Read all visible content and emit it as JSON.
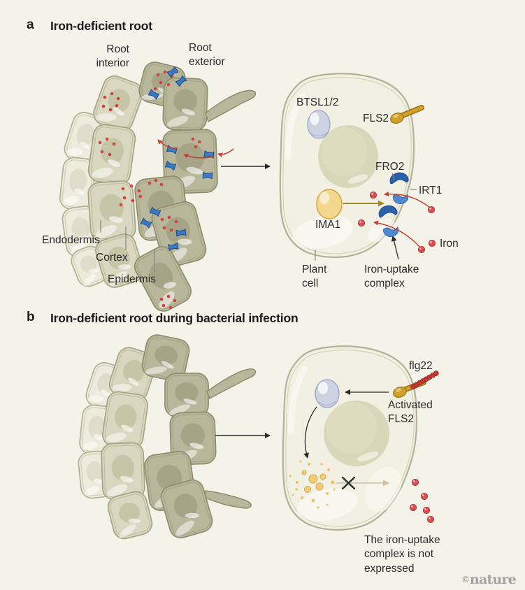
{
  "colors": {
    "background": "#f4f3ea",
    "transporter_blue": "#3a7ac0",
    "complex_blue_dark": "#2a5fa9",
    "complex_blue_light": "#4f89cf",
    "iron_red": "#d4494a",
    "receptor_gold": "#d2a02a",
    "ima1_yellow": "#f2d78c",
    "epidermis_fill": "#b9b79b",
    "cortex_fill": "#d9d7c0",
    "endodermis_fill": "#ecebdc",
    "text": "#2b2b2b",
    "watermark_gray": "#a3a2a0"
  },
  "panel_a": {
    "tag": "a",
    "title": "Iron-deficient root",
    "root_interior": "Root interior",
    "root_exterior": "Root exterior",
    "endodermis": "Endodermis",
    "cortex": "Cortex",
    "epidermis": "Epidermis",
    "btsl": "BTSL1/2",
    "fls2": "FLS2",
    "fro2": "FRO2",
    "irt1": "IRT1",
    "ima1": "IMA1",
    "iron": "Iron",
    "plant_cell": "Plant cell",
    "iron_uptake_complex": "Iron-uptake complex"
  },
  "panel_b": {
    "tag": "b",
    "title": "Iron-deficient root during bacterial infection",
    "flg22": "flg22",
    "activated_fls2": "Activated FLS2",
    "caption": "The iron-uptake complex is not expressed"
  },
  "watermark": {
    "copyright": "©",
    "name": "nature"
  }
}
